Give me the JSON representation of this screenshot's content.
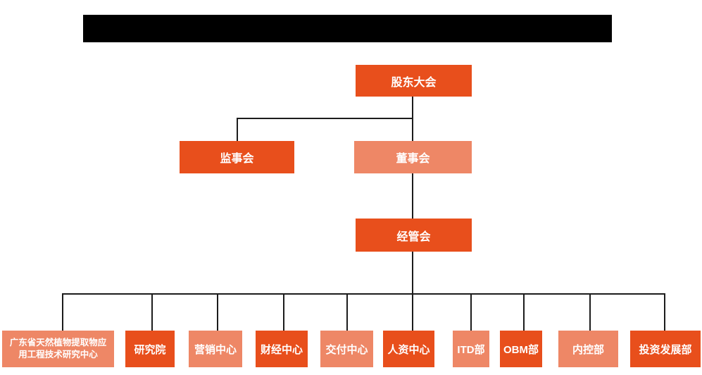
{
  "header": {
    "redacted_title_bar": true
  },
  "colors": {
    "primary_box": "#e84f1c",
    "secondary_box": "#ee8766",
    "connector_line": "#1c1c1c",
    "box_text": "#ffffff",
    "title_bar": "#000000",
    "background": "#ffffff"
  },
  "org_chart": {
    "root": {
      "label": "股东大会"
    },
    "supervisory": {
      "label": "监事会"
    },
    "board": {
      "label": "董事会"
    },
    "management": {
      "label": "经管会"
    },
    "departments": [
      {
        "label": "广东省天然植物提取物应用工程技术研究中心",
        "variant": "secondary"
      },
      {
        "label": "研究院",
        "variant": "primary"
      },
      {
        "label": "营销中心",
        "variant": "secondary"
      },
      {
        "label": "财经中心",
        "variant": "primary"
      },
      {
        "label": "交付中心",
        "variant": "secondary"
      },
      {
        "label": "人资中心",
        "variant": "primary"
      },
      {
        "label": "ITD部",
        "variant": "secondary"
      },
      {
        "label": "OBM部",
        "variant": "primary"
      },
      {
        "label": "内控部",
        "variant": "secondary"
      },
      {
        "label": "投资发展部",
        "variant": "primary"
      }
    ]
  }
}
